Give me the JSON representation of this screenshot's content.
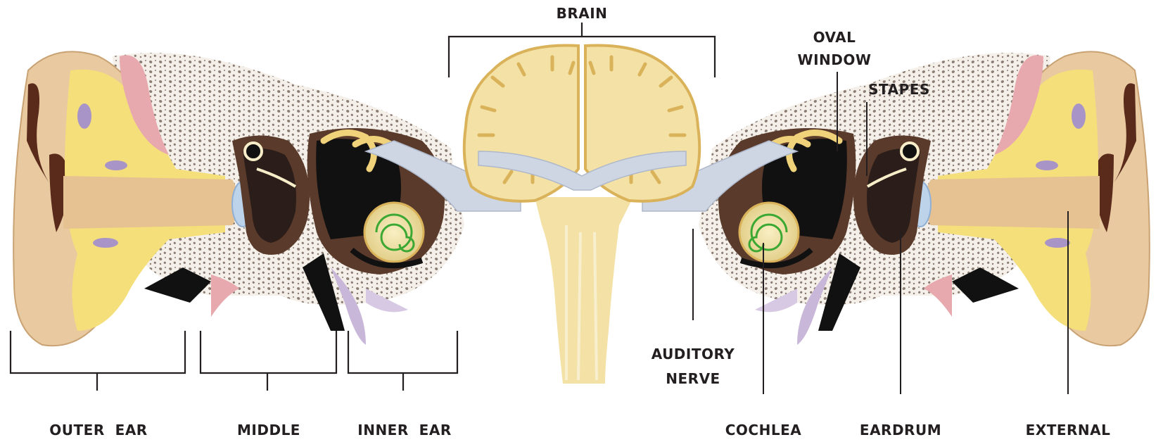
{
  "labels": {
    "brain": "BRAIN",
    "oval_window_1": "OVAL",
    "oval_window_2": "WINDOW",
    "stapes": "STAPES",
    "auditory_nerve_1": "AUDITORY",
    "auditory_nerve_2": "NERVE",
    "outer_ear": "OUTER  EAR",
    "middle": "MIDDLE",
    "inner_ear": "INNER  EAR",
    "cochlea": "COCHLEA",
    "eardrum": "EARDRUM",
    "external": "EXTERNAL"
  },
  "colors": {
    "skin": "#e8c9a0",
    "skin_dark": "#d4a56f",
    "fat": "#f4df7a",
    "bone": "#f7eec9",
    "bone_spongy": "#8b7d73",
    "cavity": "#2b1e1a",
    "cavity_brown": "#5a3a2a",
    "nerve": "#cfd6e3",
    "brain": "#f3e1a6",
    "brain_outline": "#d9b25a",
    "cochlea_spiral": "#3aa832",
    "cartilage_pink": "#e8a9ae",
    "vessel_purple": "#a894c6",
    "eardrum_blue": "#bcd3ea"
  }
}
